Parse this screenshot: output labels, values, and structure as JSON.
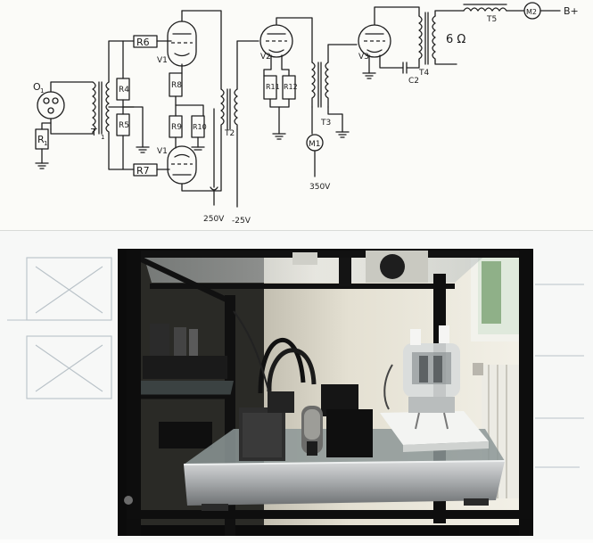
{
  "schematic": {
    "components": {
      "o1": "O",
      "o1_sub": "1",
      "r1": "R",
      "r1_sub": "1",
      "t1": "T",
      "t1_sub": "1",
      "r6": "R6",
      "r7": "R7",
      "r4": "R4",
      "r5": "R5",
      "r8": "R8",
      "r9": "R9",
      "r10": "R10",
      "v1_top": "V1",
      "v1_bottom": "V1",
      "t2": "T2",
      "v2": "V2",
      "r11": "R11",
      "r12": "R12",
      "t3": "T3",
      "m1": "M1",
      "v3": "V3",
      "c2": "C2",
      "t4": "T4",
      "t5": "T5",
      "m2": "M2",
      "b_plus": "B+"
    },
    "voltages": {
      "v250": "250V",
      "v_neg25": "-25V",
      "v350": "350V"
    },
    "load": "6 Ω"
  },
  "photo": {
    "subject": "amplifier photo"
  }
}
